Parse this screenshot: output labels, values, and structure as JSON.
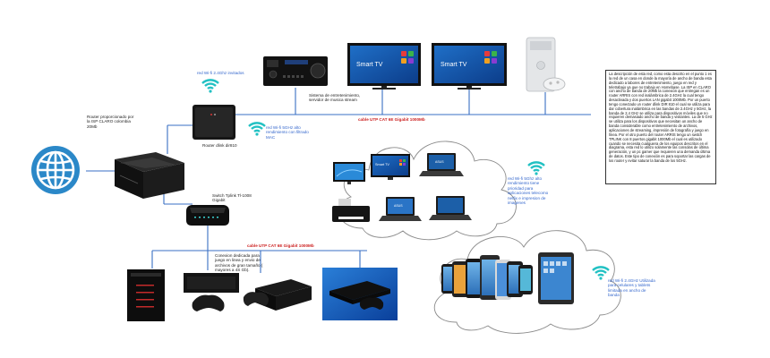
{
  "labels": {
    "router_isp": "Router proporcionado por la ISP CLARO colombia 20Mb",
    "router_dlink": "Router dlink dir810",
    "wifi_24_top": "red Wi-fi 2.4Ghz invitados",
    "wifi_5_left": "red Wi-fi 5GHz alto rendimiento con filtrado MAC",
    "system_desc": "Sistema de entretenimiento, servidor de musica stream",
    "cable_top": "cable UTP CAT 6E Gigabit 1000Mb",
    "switch": "Switch Tplink Tl-1008 Gigabit",
    "cable_bottom": "cable UTP CAT 6E Gigabit 1000Mb",
    "gaming_desc": "Conexion dedicada para juego en linea y envio de archivos de gran tamaño ( mayores a 4S Gb).",
    "wifi_5_right": "red Wi-fi 5Ghz alto rendimiento tiene prioridad para aplicaciones telecomo netfix e impresion de imagenes",
    "wifi_24_right": "red Wi-fi 2.4GHz Utilizada para celulares y tablets limitada en ancho de banda",
    "smart_tv_1": "Smart TV",
    "smart_tv_2": "Smart TV",
    "smart_tv_small": "Smart TV",
    "asus_1": "ASUS",
    "asus_2": "ASUS"
  },
  "description": "La descripción de esta red, como esta descrito en el punto 1 es la red de un casa en donde la mayoría de ancho de banda esta dedicado a labores de entretenimiento, juego en red y teletrabajo ya que no trabajo en Homebase. La ISP en CLARO con ancho de banda de 20Mb la conexión que entregan es un router ARRIS con red inalámbrica de 2.4GHz la cual tengo desactivada y dos puertos LAN gigabit 1000Mb. Por un puerto tengo conectado un router dlink DIR 810 el cual se utiliza para dar cobertura inalámbrica en las bandas de 2.4GHz y 5GHz, la banda de 2.4 GHz se utiliza para dispositivos móviles que no requieren demasiado ancho de banda y visitantes. La de 5 GHz se utiliza para los dispositivos que necesitan un ancho de banda considerable como entretenimiento de archivos, aplicaciones de streaming, impresión de fotografía y juego en línea. Por el otro puerto del router ARRIS tengo un switch TPLINK con 8 puertos gigabit 1000Mb el cual es utilizado cuando se necesita cualquiera de los equipos descritos en el diagrama, esta red lo utilizo solamente las consolas de última generación, y un pc gamer que requieren una demanda última de datos. Este tipo de conexión es para soportar las cargas de los router y evitar saturar la banda de los 5GHz.",
  "colors": {
    "line": "#3a6fc4",
    "wifi": "#22c1c3",
    "red": "#cc2222",
    "blue_text": "#3366cc",
    "globe": "#2b88c8"
  },
  "icons": [
    "globe-icon",
    "wifi-icon",
    "router-icon",
    "switch-icon",
    "receiver-icon",
    "smart-tv-icon",
    "xbox-360-icon",
    "monitor-icon",
    "laptop-icon",
    "printer-icon",
    "pc-tower-icon",
    "xbox-one-icon",
    "ps3-icon",
    "ps4-icon",
    "smartphone-icon",
    "tablet-icon",
    "cloud-icon"
  ]
}
